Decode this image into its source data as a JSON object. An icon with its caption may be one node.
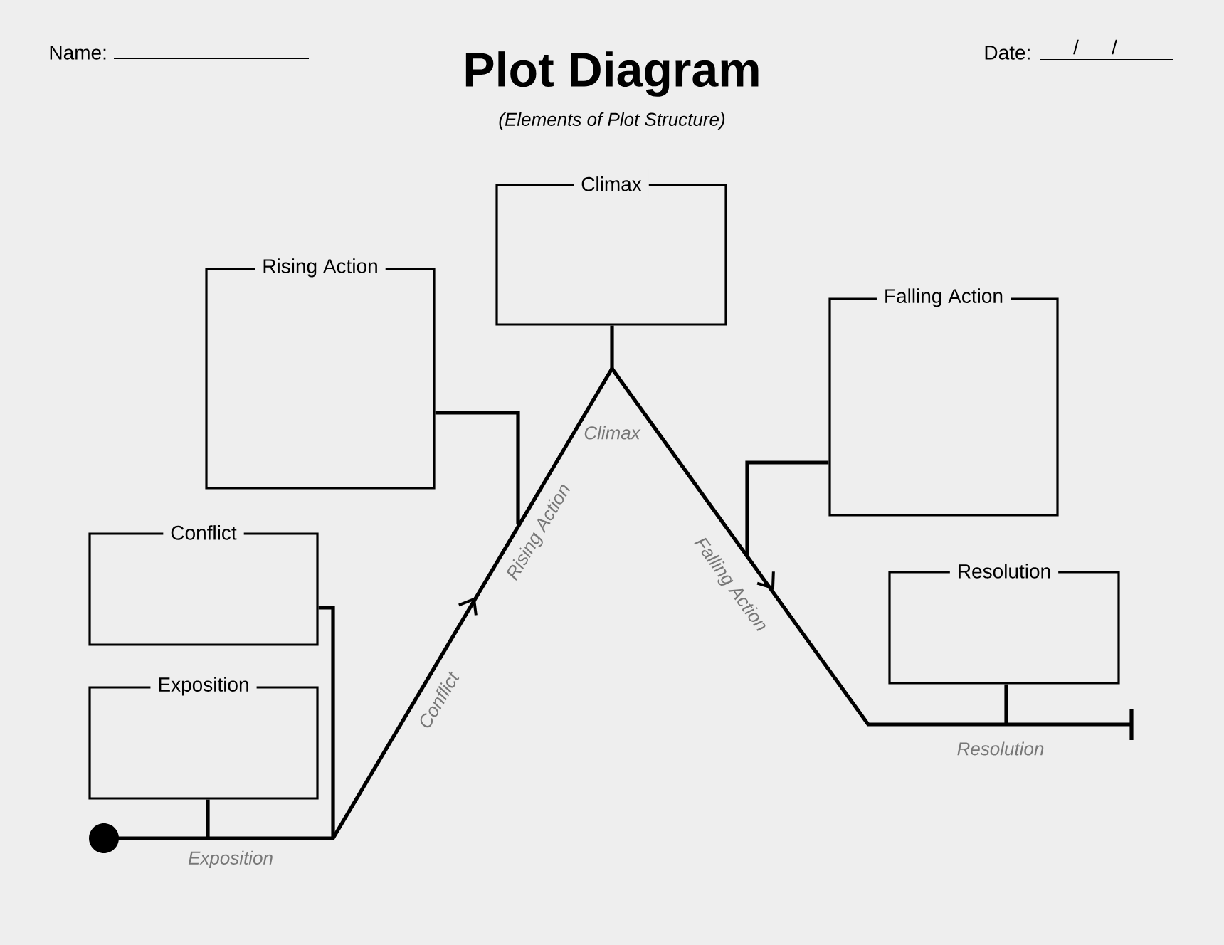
{
  "diagram": {
    "title": "Plot Diagram",
    "nodes": [
      {
        "text": [
          "Climax"
        ]
      },
      {
        "text": [
          "Rising Action"
        ]
      },
      {
        "text": [
          "Falling Action"
        ]
      },
      {
        "text": [
          "Conflict"
        ]
      },
      {
        "text": [
          "Exposition"
        ]
      },
      {
        "text": [
          "Resolution"
        ]
      },
      {
        "text": [
          "Rising Action"
        ]
      },
      {
        "text": [
          "Falling Action"
        ]
      }
    ],
    "edges": [
      {
        "from": 0,
        "to": null,
        "arrow": "none"
      },
      {
        "from": 1,
        "to": 6,
        "arrow": "none"
      },
      {
        "from": 2,
        "to": 7,
        "arrow": "none"
      },
      {
        "from": 3,
        "to": null,
        "arrow": "none"
      },
      {
        "from": 4,
        "to": null,
        "arrow": "none"
      },
      {
        "from": 5,
        "to": null,
        "arrow": "none"
      }
    ],
    "labels": [
      "Name:",
      "Date:",
      "/",
      "/",
      "(Elements of Plot Structure)",
      "Climax",
      "Conflict",
      "Exposition",
      "Resolution"
    ]
  }
}
